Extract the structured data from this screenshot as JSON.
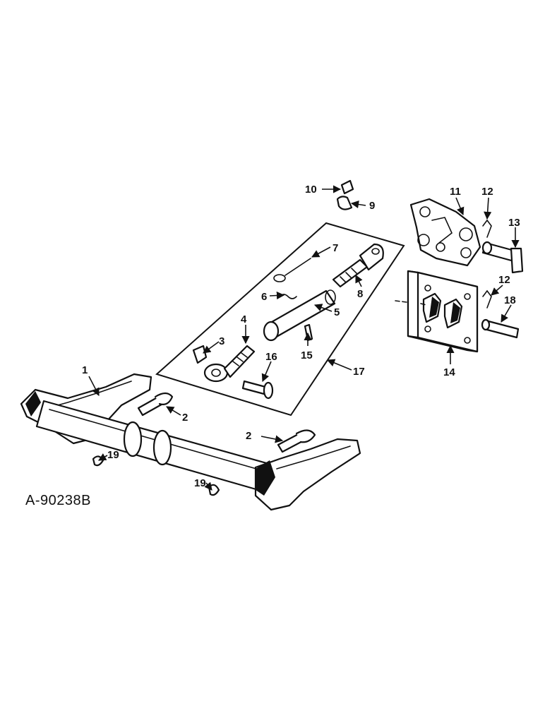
{
  "drawing_code": "A-90238B",
  "callouts": [
    "1",
    "2",
    "2",
    "3",
    "4",
    "5",
    "6",
    "7",
    "8",
    "9",
    "10",
    "11",
    "12",
    "12",
    "13",
    "14",
    "15",
    "16",
    "17",
    "18",
    "19",
    "19"
  ],
  "colors": {
    "ink": "#111111",
    "paper": "#ffffff"
  }
}
